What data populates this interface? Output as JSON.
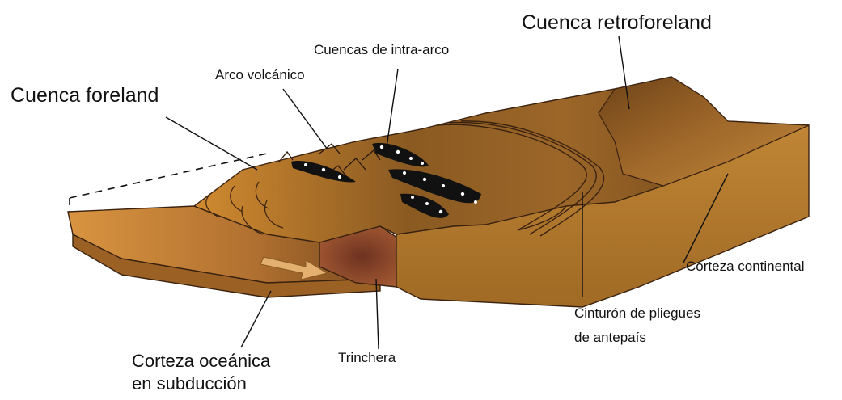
{
  "labels": {
    "cuenca_retroforeland": "Cuenca retroforeland",
    "cuencas_intra_arco": "Cuencas de intra-arco",
    "arco_volcanico": "Arco volcánico",
    "cuenca_foreland": "Cuenca foreland",
    "corteza_continental": "Corteza continental",
    "cinturon_line1": "Cinturón de pliegues",
    "cinturon_line2": "de antepaís",
    "trinchera": "Trinchera",
    "corteza_oceanica_line1": "Corteza oceánica",
    "corteza_oceanica_line2": "en subducción"
  },
  "colors": {
    "crust_top_light": "#cf8a2e",
    "crust_top_mid": "#b67a2c",
    "crust_top_dark": "#7b4c1c",
    "crust_side": "#b9812f",
    "trench": "#8b4a2b",
    "arrow": "#e3b070",
    "outline": "#3a2210"
  }
}
